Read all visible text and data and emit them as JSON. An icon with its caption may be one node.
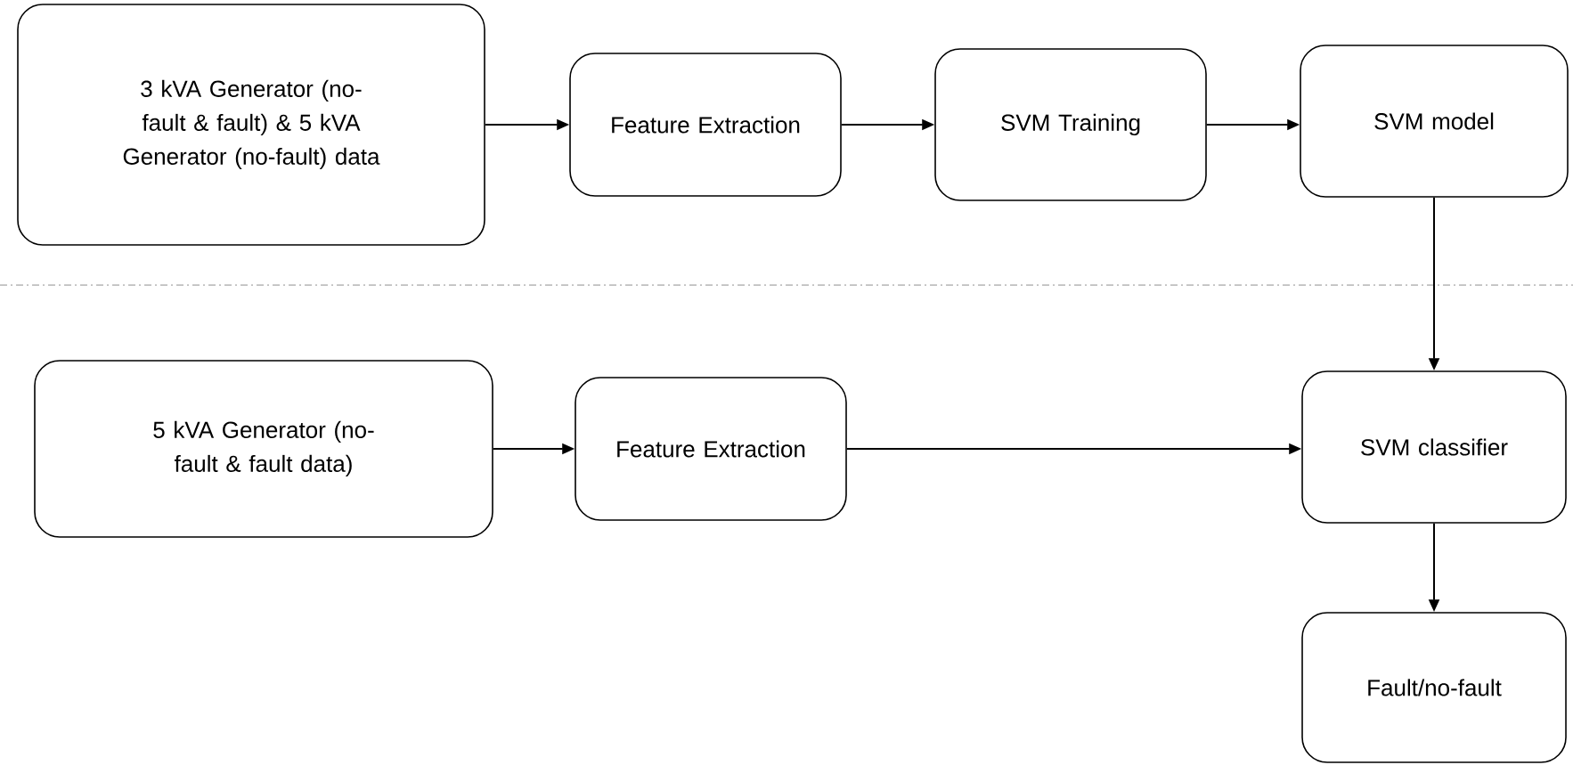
{
  "diagram": {
    "nodes": [
      {
        "text": [
          "3 kVA Generator (no-fault & fault) & 5 kVA Generator (no-fault) data"
        ]
      },
      {
        "text": [
          "Feature Extraction"
        ]
      },
      {
        "text": [
          "SVM Training"
        ]
      },
      {
        "text": [
          "SVM model"
        ]
      },
      {
        "text": [
          "5 kVA Generator (no-fault & fault data)"
        ]
      },
      {
        "text": [
          "Feature Extraction"
        ]
      },
      {
        "text": [
          "SVM classifier"
        ]
      },
      {
        "text": [
          "Fault/no-fault"
        ]
      }
    ],
    "edges": [
      {
        "from": 0,
        "to": 1,
        "arrow": "to"
      },
      {
        "from": 1,
        "to": 2,
        "arrow": "to"
      },
      {
        "from": 2,
        "to": 3,
        "arrow": "to"
      },
      {
        "from": 3,
        "to": 6,
        "arrow": "to"
      },
      {
        "from": 4,
        "to": 5,
        "arrow": "to"
      },
      {
        "from": 5,
        "to": 6,
        "arrow": "to"
      },
      {
        "from": 6,
        "to": 7,
        "arrow": "to"
      }
    ]
  }
}
